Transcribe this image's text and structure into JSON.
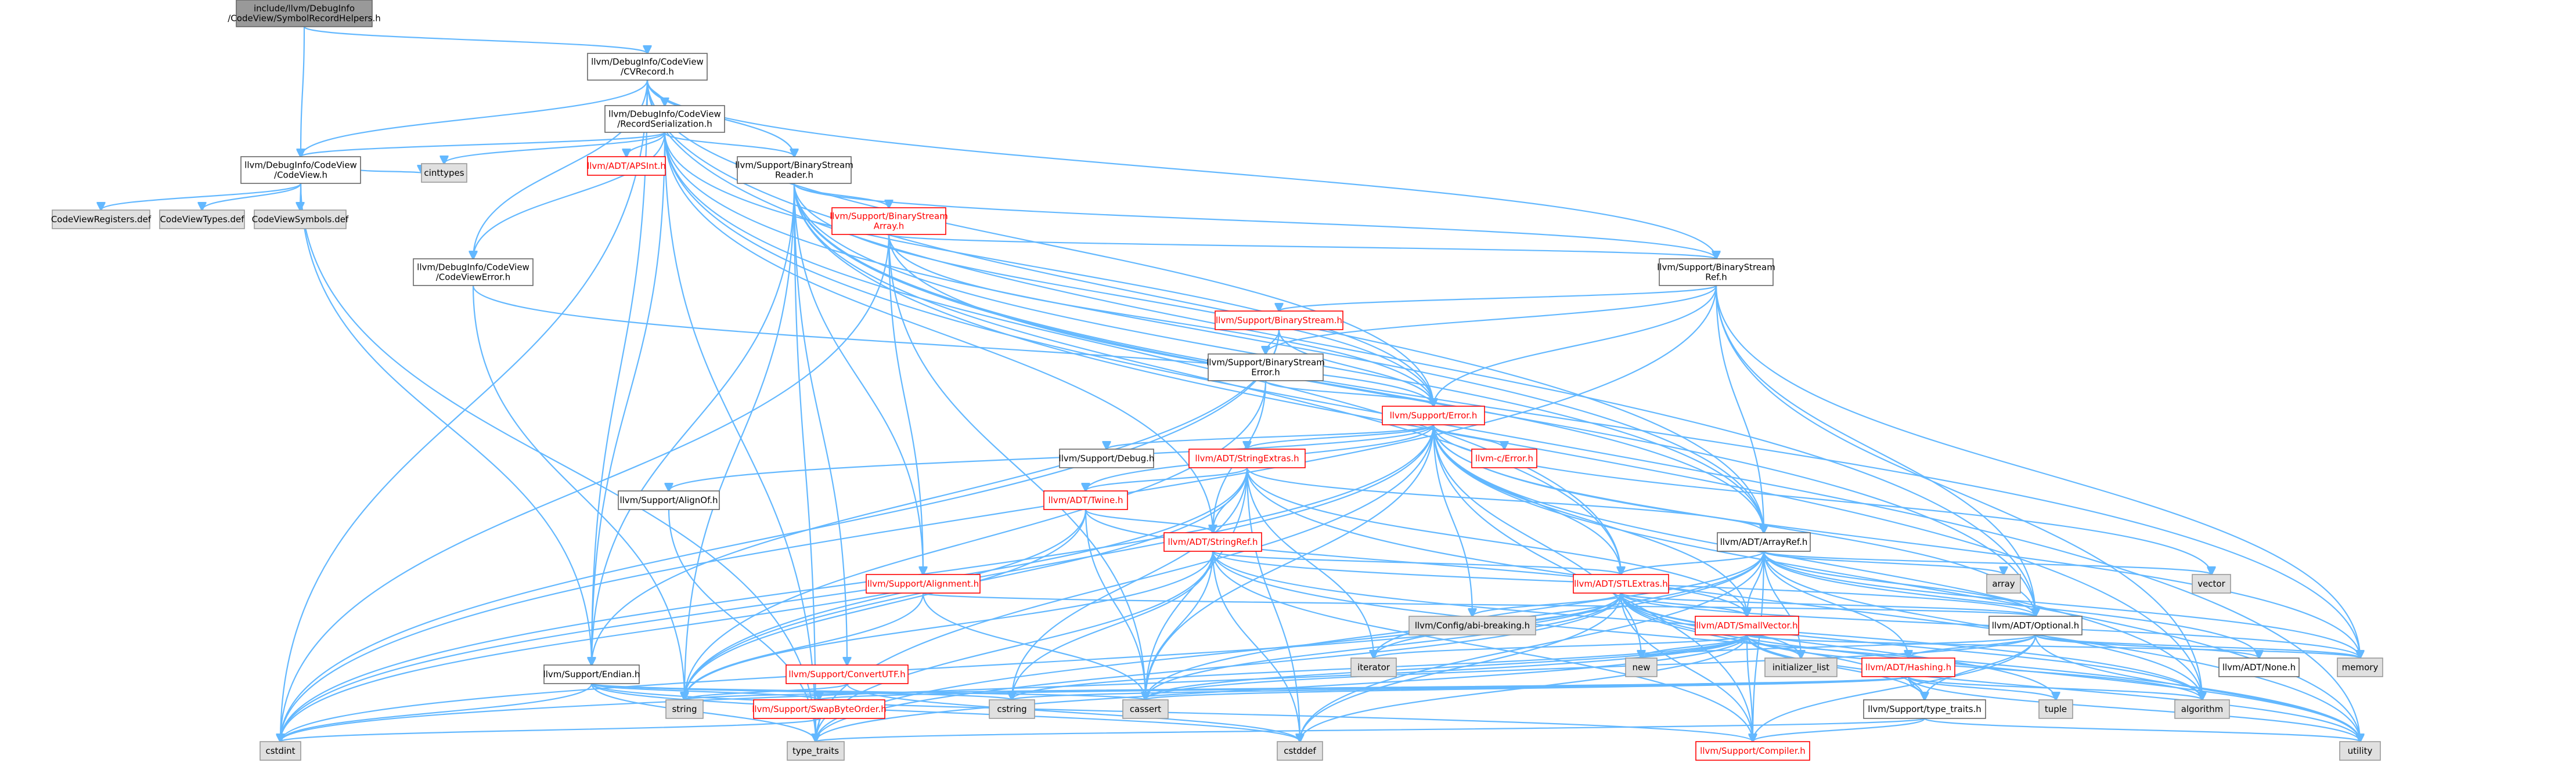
{
  "graph": {
    "nodes": [
      {
        "id": "root",
        "lines": [
          "include/llvm/DebugInfo",
          "/CodeView/SymbolRecordHelpers.h"
        ],
        "style": "root"
      },
      {
        "id": "cvrecord",
        "lines": [
          "llvm/DebugInfo/CodeView",
          "/CVRecord.h"
        ],
        "style": "normal"
      },
      {
        "id": "codeview",
        "lines": [
          "llvm/DebugInfo/CodeView",
          "/CodeView.h"
        ],
        "style": "normal"
      },
      {
        "id": "recordser",
        "lines": [
          "llvm/DebugInfo/CodeView",
          "/RecordSerialization.h"
        ],
        "style": "normal"
      },
      {
        "id": "cvregs",
        "lines": [
          "CodeViewRegisters.def"
        ],
        "style": "system"
      },
      {
        "id": "cvtypes",
        "lines": [
          "CodeViewTypes.def"
        ],
        "style": "system"
      },
      {
        "id": "cvsyms",
        "lines": [
          "CodeViewSymbols.def"
        ],
        "style": "system"
      },
      {
        "id": "cinttypes",
        "lines": [
          "cinttypes"
        ],
        "style": "system"
      },
      {
        "id": "apsint",
        "lines": [
          "llvm/ADT/APSInt.h"
        ],
        "style": "missing"
      },
      {
        "id": "bsreader",
        "lines": [
          "llvm/Support/BinaryStream",
          "Reader.h"
        ],
        "style": "normal"
      },
      {
        "id": "cverror",
        "lines": [
          "llvm/DebugInfo/CodeView",
          "/CodeViewError.h"
        ],
        "style": "normal"
      },
      {
        "id": "bsarray",
        "lines": [
          "llvm/Support/BinaryStream",
          "Array.h"
        ],
        "style": "missing"
      },
      {
        "id": "bsref",
        "lines": [
          "llvm/Support/BinaryStream",
          "Ref.h"
        ],
        "style": "normal"
      },
      {
        "id": "bstream",
        "lines": [
          "llvm/Support/BinaryStream.h"
        ],
        "style": "missing"
      },
      {
        "id": "bserror",
        "lines": [
          "llvm/Support/BinaryStream",
          "Error.h"
        ],
        "style": "normal"
      },
      {
        "id": "error",
        "lines": [
          "llvm/Support/Error.h"
        ],
        "style": "missing"
      },
      {
        "id": "debug",
        "lines": [
          "llvm/Support/Debug.h"
        ],
        "style": "normal"
      },
      {
        "id": "strextras",
        "lines": [
          "llvm/ADT/StringExtras.h"
        ],
        "style": "missing"
      },
      {
        "id": "cerror",
        "lines": [
          "llvm-c/Error.h"
        ],
        "style": "missing"
      },
      {
        "id": "alignof",
        "lines": [
          "llvm/Support/AlignOf.h"
        ],
        "style": "normal"
      },
      {
        "id": "twine",
        "lines": [
          "llvm/ADT/Twine.h"
        ],
        "style": "missing"
      },
      {
        "id": "arrayref",
        "lines": [
          "llvm/ADT/ArrayRef.h"
        ],
        "style": "normal"
      },
      {
        "id": "stringref",
        "lines": [
          "llvm/ADT/StringRef.h"
        ],
        "style": "missing"
      },
      {
        "id": "alignment",
        "lines": [
          "llvm/Support/Alignment.h"
        ],
        "style": "missing"
      },
      {
        "id": "stlextras",
        "lines": [
          "llvm/ADT/STLExtras.h"
        ],
        "style": "missing"
      },
      {
        "id": "array",
        "lines": [
          "array"
        ],
        "style": "system"
      },
      {
        "id": "vector",
        "lines": [
          "vector"
        ],
        "style": "system"
      },
      {
        "id": "abibreak",
        "lines": [
          "llvm/Config/abi-breaking.h"
        ],
        "style": "system"
      },
      {
        "id": "optional",
        "lines": [
          "llvm/ADT/Optional.h"
        ],
        "style": "normal"
      },
      {
        "id": "smallvec",
        "lines": [
          "llvm/ADT/SmallVector.h"
        ],
        "style": "missing"
      },
      {
        "id": "iterator",
        "lines": [
          "iterator"
        ],
        "style": "system"
      },
      {
        "id": "new",
        "lines": [
          "new"
        ],
        "style": "system"
      },
      {
        "id": "initlist",
        "lines": [
          "initializer_list"
        ],
        "style": "system"
      },
      {
        "id": "memory",
        "lines": [
          "memory"
        ],
        "style": "system"
      },
      {
        "id": "hashing",
        "lines": [
          "llvm/ADT/Hashing.h"
        ],
        "style": "missing"
      },
      {
        "id": "none",
        "lines": [
          "llvm/ADT/None.h"
        ],
        "style": "normal"
      },
      {
        "id": "convutf",
        "lines": [
          "llvm/Support/ConvertUTF.h"
        ],
        "style": "missing"
      },
      {
        "id": "endian",
        "lines": [
          "llvm/Support/Endian.h"
        ],
        "style": "normal"
      },
      {
        "id": "swapbyte",
        "lines": [
          "llvm/Support/SwapByteOrder.h"
        ],
        "style": "missing"
      },
      {
        "id": "typetraits_llvm",
        "lines": [
          "llvm/Support/type_traits.h"
        ],
        "style": "normal"
      },
      {
        "id": "tuple",
        "lines": [
          "tuple"
        ],
        "style": "system"
      },
      {
        "id": "algorithm",
        "lines": [
          "algorithm"
        ],
        "style": "system"
      },
      {
        "id": "cstring",
        "lines": [
          "cstring"
        ],
        "style": "system"
      },
      {
        "id": "string",
        "lines": [
          "string"
        ],
        "style": "system"
      },
      {
        "id": "cassert",
        "lines": [
          "cassert"
        ],
        "style": "system"
      },
      {
        "id": "cstdint",
        "lines": [
          "cstdint"
        ],
        "style": "system"
      },
      {
        "id": "type_traits",
        "lines": [
          "type_traits"
        ],
        "style": "system"
      },
      {
        "id": "cstddef",
        "lines": [
          "cstddef"
        ],
        "style": "system"
      },
      {
        "id": "compiler",
        "lines": [
          "llvm/Support/Compiler.h"
        ],
        "style": "missing"
      },
      {
        "id": "utility",
        "lines": [
          "utility"
        ],
        "style": "system"
      }
    ],
    "edges": [
      [
        "root",
        "codeview"
      ],
      [
        "root",
        "cvrecord"
      ],
      [
        "cvrecord",
        "codeview"
      ],
      [
        "cvrecord",
        "recordser"
      ],
      [
        "cvrecord",
        "bsreader"
      ],
      [
        "cvrecord",
        "bsref"
      ],
      [
        "cvrecord",
        "cverror"
      ],
      [
        "cvrecord",
        "arrayref"
      ],
      [
        "cvrecord",
        "optional"
      ],
      [
        "cvrecord",
        "endian"
      ],
      [
        "cvrecord",
        "error"
      ],
      [
        "cvrecord",
        "cstdint"
      ],
      [
        "codeview",
        "cvregs"
      ],
      [
        "codeview",
        "cvtypes"
      ],
      [
        "codeview",
        "cvsyms"
      ],
      [
        "codeview",
        "cinttypes"
      ],
      [
        "codeview",
        "endian"
      ],
      [
        "codeview",
        "type_traits"
      ],
      [
        "recordser",
        "codeview"
      ],
      [
        "recordser",
        "cinttypes"
      ],
      [
        "recordser",
        "apsint"
      ],
      [
        "recordser",
        "bsreader"
      ],
      [
        "recordser",
        "cverror"
      ],
      [
        "recordser",
        "arrayref"
      ],
      [
        "recordser",
        "stringref"
      ],
      [
        "recordser",
        "endian"
      ],
      [
        "recordser",
        "error"
      ],
      [
        "recordser",
        "type_traits"
      ],
      [
        "recordser",
        "utility"
      ],
      [
        "recordser",
        "stlextras"
      ],
      [
        "bsreader",
        "bsarray"
      ],
      [
        "bsreader",
        "bsref"
      ],
      [
        "bsreader",
        "arrayref"
      ],
      [
        "bsreader",
        "stlextras"
      ],
      [
        "bsreader",
        "alignment"
      ],
      [
        "bsreader",
        "convutf"
      ],
      [
        "bsreader",
        "endian"
      ],
      [
        "bsreader",
        "error"
      ],
      [
        "bsreader",
        "type_traits"
      ],
      [
        "bsreader",
        "string"
      ],
      [
        "bsreader",
        "memory"
      ],
      [
        "bsreader",
        "algorithm"
      ],
      [
        "bsreader",
        "optional"
      ],
      [
        "cverror",
        "error"
      ],
      [
        "cverror",
        "string"
      ],
      [
        "bsarray",
        "bsref"
      ],
      [
        "bsarray",
        "arrayref"
      ],
      [
        "bsarray",
        "alignment"
      ],
      [
        "bsarray",
        "error"
      ],
      [
        "bsarray",
        "cassert"
      ],
      [
        "bsarray",
        "cstdint"
      ],
      [
        "bsref",
        "bstream"
      ],
      [
        "bsref",
        "bserror"
      ],
      [
        "bsref",
        "arrayref"
      ],
      [
        "bsref",
        "optional"
      ],
      [
        "bsref",
        "error"
      ],
      [
        "bsref",
        "cstdint"
      ],
      [
        "bsref",
        "memory"
      ],
      [
        "bsref",
        "algorithm"
      ],
      [
        "bstream",
        "bserror"
      ],
      [
        "bstream",
        "error"
      ],
      [
        "bstream",
        "endian"
      ],
      [
        "bstream",
        "cstdint"
      ],
      [
        "bserror",
        "error"
      ],
      [
        "bserror",
        "stringref"
      ],
      [
        "bserror",
        "string"
      ],
      [
        "error",
        "debug"
      ],
      [
        "error",
        "strextras"
      ],
      [
        "error",
        "cerror"
      ],
      [
        "error",
        "alignof"
      ],
      [
        "error",
        "twine"
      ],
      [
        "error",
        "stlextras"
      ],
      [
        "error",
        "abibreak"
      ],
      [
        "error",
        "compiler"
      ],
      [
        "error",
        "smallvec"
      ],
      [
        "error",
        "optional"
      ],
      [
        "error",
        "cassert"
      ],
      [
        "error",
        "cstdint"
      ],
      [
        "error",
        "string"
      ],
      [
        "error",
        "memory"
      ],
      [
        "error",
        "new"
      ],
      [
        "error",
        "utility"
      ],
      [
        "error",
        "vector"
      ],
      [
        "error",
        "type_traits"
      ],
      [
        "error",
        "algorithm"
      ],
      [
        "strextras",
        "arrayref"
      ],
      [
        "strextras",
        "smallvec"
      ],
      [
        "strextras",
        "stringref"
      ],
      [
        "strextras",
        "twine"
      ],
      [
        "strextras",
        "iterator"
      ],
      [
        "strextras",
        "cassert"
      ],
      [
        "strextras",
        "cstddef"
      ],
      [
        "strextras",
        "cstdint"
      ],
      [
        "strextras",
        "cstring"
      ],
      [
        "strextras",
        "string"
      ],
      [
        "strextras",
        "utility"
      ],
      [
        "alignof",
        "type_traits"
      ],
      [
        "twine",
        "smallvec"
      ],
      [
        "twine",
        "stringref"
      ],
      [
        "twine",
        "cassert"
      ],
      [
        "twine",
        "cstdint"
      ],
      [
        "twine",
        "string"
      ],
      [
        "arrayref",
        "hashing"
      ],
      [
        "arrayref",
        "none"
      ],
      [
        "arrayref",
        "smallvec"
      ],
      [
        "arrayref",
        "stlextras"
      ],
      [
        "arrayref",
        "compiler"
      ],
      [
        "arrayref",
        "algorithm"
      ],
      [
        "arrayref",
        "array"
      ],
      [
        "arrayref",
        "cassert"
      ],
      [
        "arrayref",
        "cstddef"
      ],
      [
        "arrayref",
        "initlist"
      ],
      [
        "arrayref",
        "iterator"
      ],
      [
        "arrayref",
        "memory"
      ],
      [
        "arrayref",
        "type_traits"
      ],
      [
        "arrayref",
        "vector"
      ],
      [
        "arrayref",
        "optional"
      ],
      [
        "stringref",
        "stlextras"
      ],
      [
        "stringref",
        "compiler"
      ],
      [
        "stringref",
        "algorithm"
      ],
      [
        "stringref",
        "cassert"
      ],
      [
        "stringref",
        "cstddef"
      ],
      [
        "stringref",
        "cstring"
      ],
      [
        "stringref",
        "limits"
      ],
      [
        "stringref",
        "string"
      ],
      [
        "stringref",
        "type_traits"
      ],
      [
        "stringref",
        "utility"
      ],
      [
        "stringref",
        "optional"
      ],
      [
        "alignment",
        "optional"
      ],
      [
        "alignment",
        "cassert"
      ],
      [
        "alignment",
        "string"
      ],
      [
        "stlextras",
        "optional"
      ],
      [
        "stlextras",
        "abibreak"
      ],
      [
        "stlextras",
        "iterator"
      ],
      [
        "stlextras",
        "type_traits"
      ],
      [
        "stlextras",
        "algorithm"
      ],
      [
        "stlextras",
        "cassert"
      ],
      [
        "stlextras",
        "cstddef"
      ],
      [
        "stlextras",
        "cstdint"
      ],
      [
        "stlextras",
        "initlist"
      ],
      [
        "stlextras",
        "memory"
      ],
      [
        "stlextras",
        "tuple"
      ],
      [
        "stlextras",
        "utility"
      ],
      [
        "stlextras",
        "compiler"
      ],
      [
        "stlextras",
        "smallvec"
      ],
      [
        "stlextras",
        "typetraits_llvm"
      ],
      [
        "optional",
        "hashing"
      ],
      [
        "optional",
        "none"
      ],
      [
        "optional",
        "typetraits_llvm"
      ],
      [
        "optional",
        "compiler"
      ],
      [
        "optional",
        "cassert"
      ],
      [
        "optional",
        "memory"
      ],
      [
        "optional",
        "new"
      ],
      [
        "optional",
        "utility"
      ],
      [
        "smallvec",
        "compiler"
      ],
      [
        "smallvec",
        "typetraits_llvm"
      ],
      [
        "smallvec",
        "algorithm"
      ],
      [
        "smallvec",
        "cassert"
      ],
      [
        "smallvec",
        "cstddef"
      ],
      [
        "smallvec",
        "cstdint"
      ],
      [
        "smallvec",
        "cstring"
      ],
      [
        "smallvec",
        "initlist"
      ],
      [
        "smallvec",
        "iterator"
      ],
      [
        "smallvec",
        "memory"
      ],
      [
        "smallvec",
        "new"
      ],
      [
        "smallvec",
        "type_traits"
      ],
      [
        "smallvec",
        "utility"
      ],
      [
        "hashing",
        "swapbyte"
      ],
      [
        "hashing",
        "typetraits_llvm"
      ],
      [
        "hashing",
        "algorithm"
      ],
      [
        "hashing",
        "cassert"
      ],
      [
        "hashing",
        "cstring"
      ],
      [
        "hashing",
        "string"
      ],
      [
        "hashing",
        "tuple"
      ],
      [
        "hashing",
        "utility"
      ],
      [
        "convutf",
        "cstddef"
      ],
      [
        "convutf",
        "string"
      ],
      [
        "endian",
        "compiler"
      ],
      [
        "endian",
        "swapbyte"
      ],
      [
        "endian",
        "cassert"
      ],
      [
        "endian",
        "cstddef"
      ],
      [
        "endian",
        "cstdint"
      ],
      [
        "endian",
        "cstring"
      ],
      [
        "endian",
        "type_traits"
      ],
      [
        "swapbyte",
        "cstdint"
      ],
      [
        "swapbyte",
        "type_traits"
      ],
      [
        "typetraits_llvm",
        "type_traits"
      ],
      [
        "typetraits_llvm",
        "utility"
      ],
      [
        "typetraits_llvm",
        "compiler"
      ]
    ]
  }
}
